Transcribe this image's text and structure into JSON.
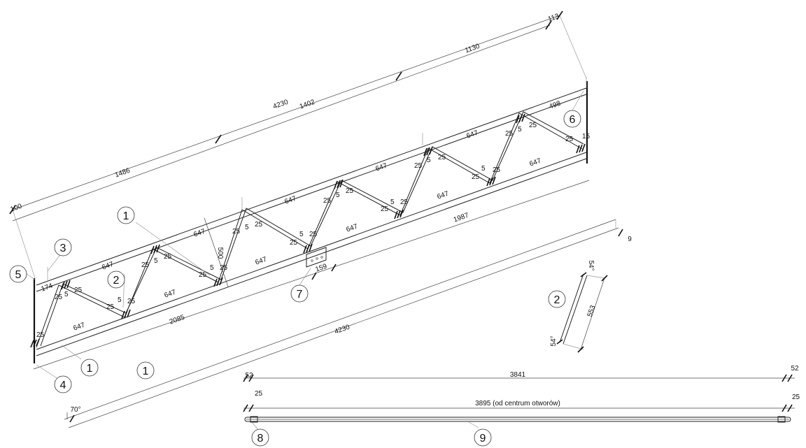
{
  "truss": {
    "overall_length_top": "4230",
    "top_segments": [
      "1486",
      "1402",
      "1130"
    ],
    "end_offset_left": "100",
    "end_offset_right": "113",
    "overall_length_bottom": "4230",
    "bottom_segments": [
      "2085",
      "1987"
    ],
    "bottom_offset_right": "9",
    "angle": "70°",
    "height": "500",
    "end_dim_left": "174",
    "end_dim_right": "498",
    "panel": "647",
    "weld_25": "25",
    "weld_5": "5",
    "weld_15": "15",
    "plate_width": "159"
  },
  "diagonal_detail": {
    "length": "553",
    "angle_top": "54°",
    "angle_bottom": "54°"
  },
  "rod": {
    "dim_edge_left": "52",
    "dim_middle": "3841",
    "dim_edge_right": "52",
    "hole_offset_left": "25",
    "hole_span": "3895 (od centrum otworów)",
    "hole_offset_right": "25"
  },
  "callouts": [
    "1",
    "2",
    "3",
    "4",
    "5",
    "6",
    "7",
    "8",
    "9"
  ]
}
